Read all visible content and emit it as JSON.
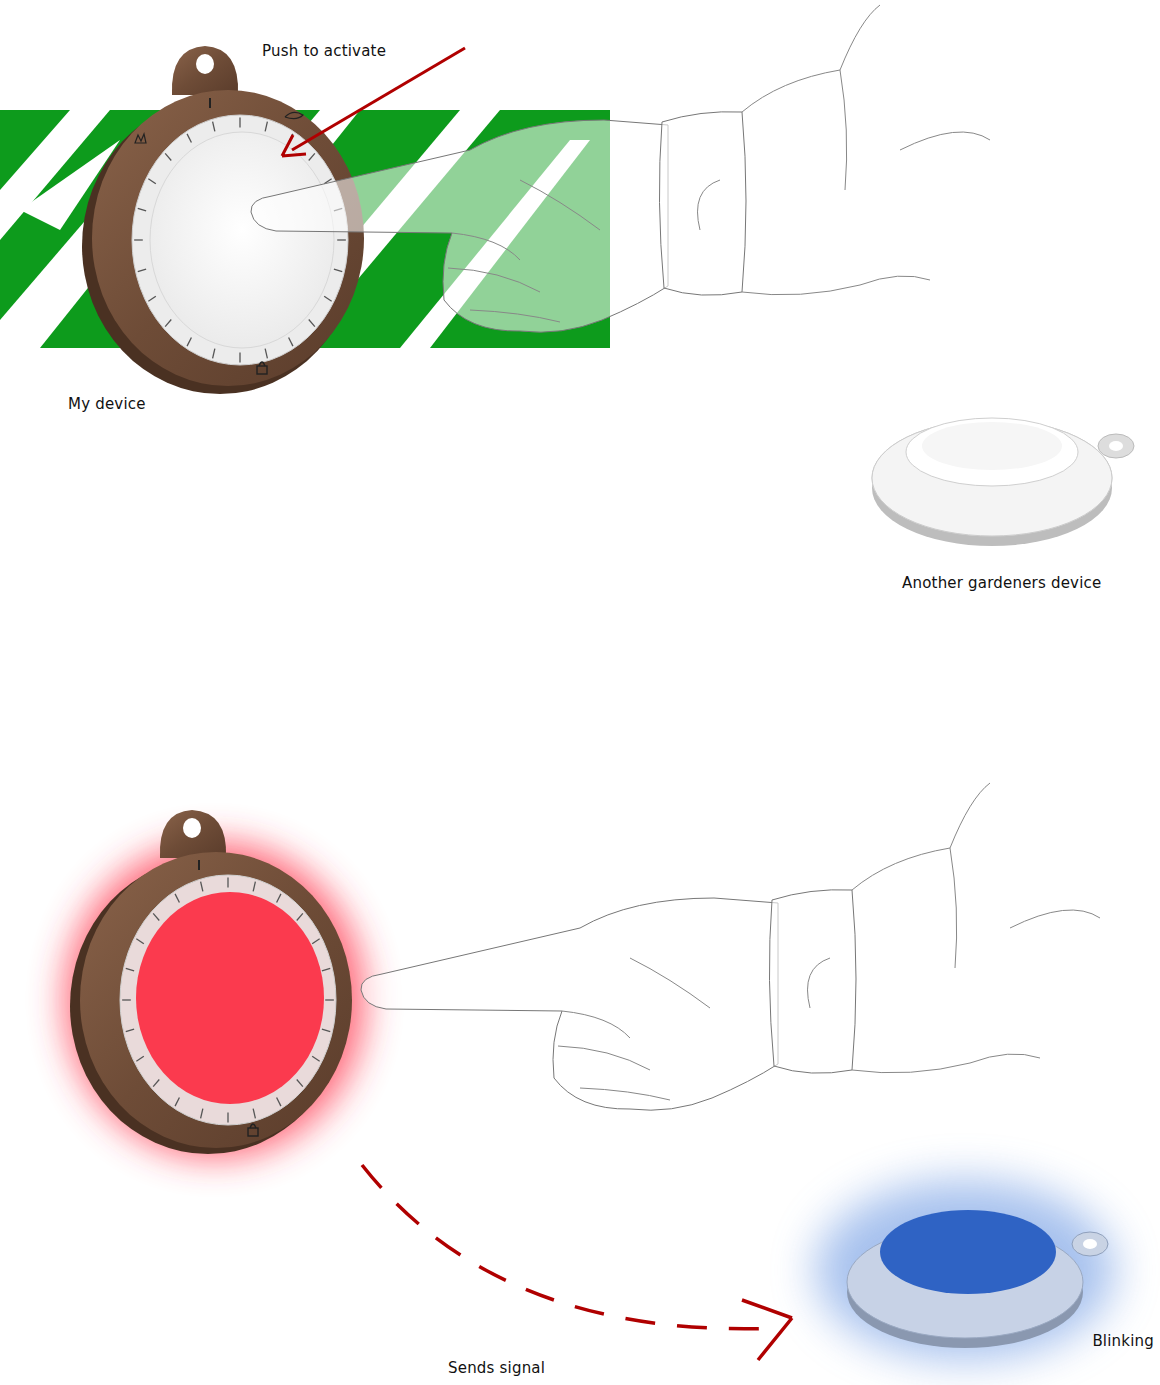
{
  "diagram": {
    "labels": [
      "Push to activate",
      "My device",
      "Another gardeners device",
      "Sends signal",
      "Blinking"
    ]
  }
}
